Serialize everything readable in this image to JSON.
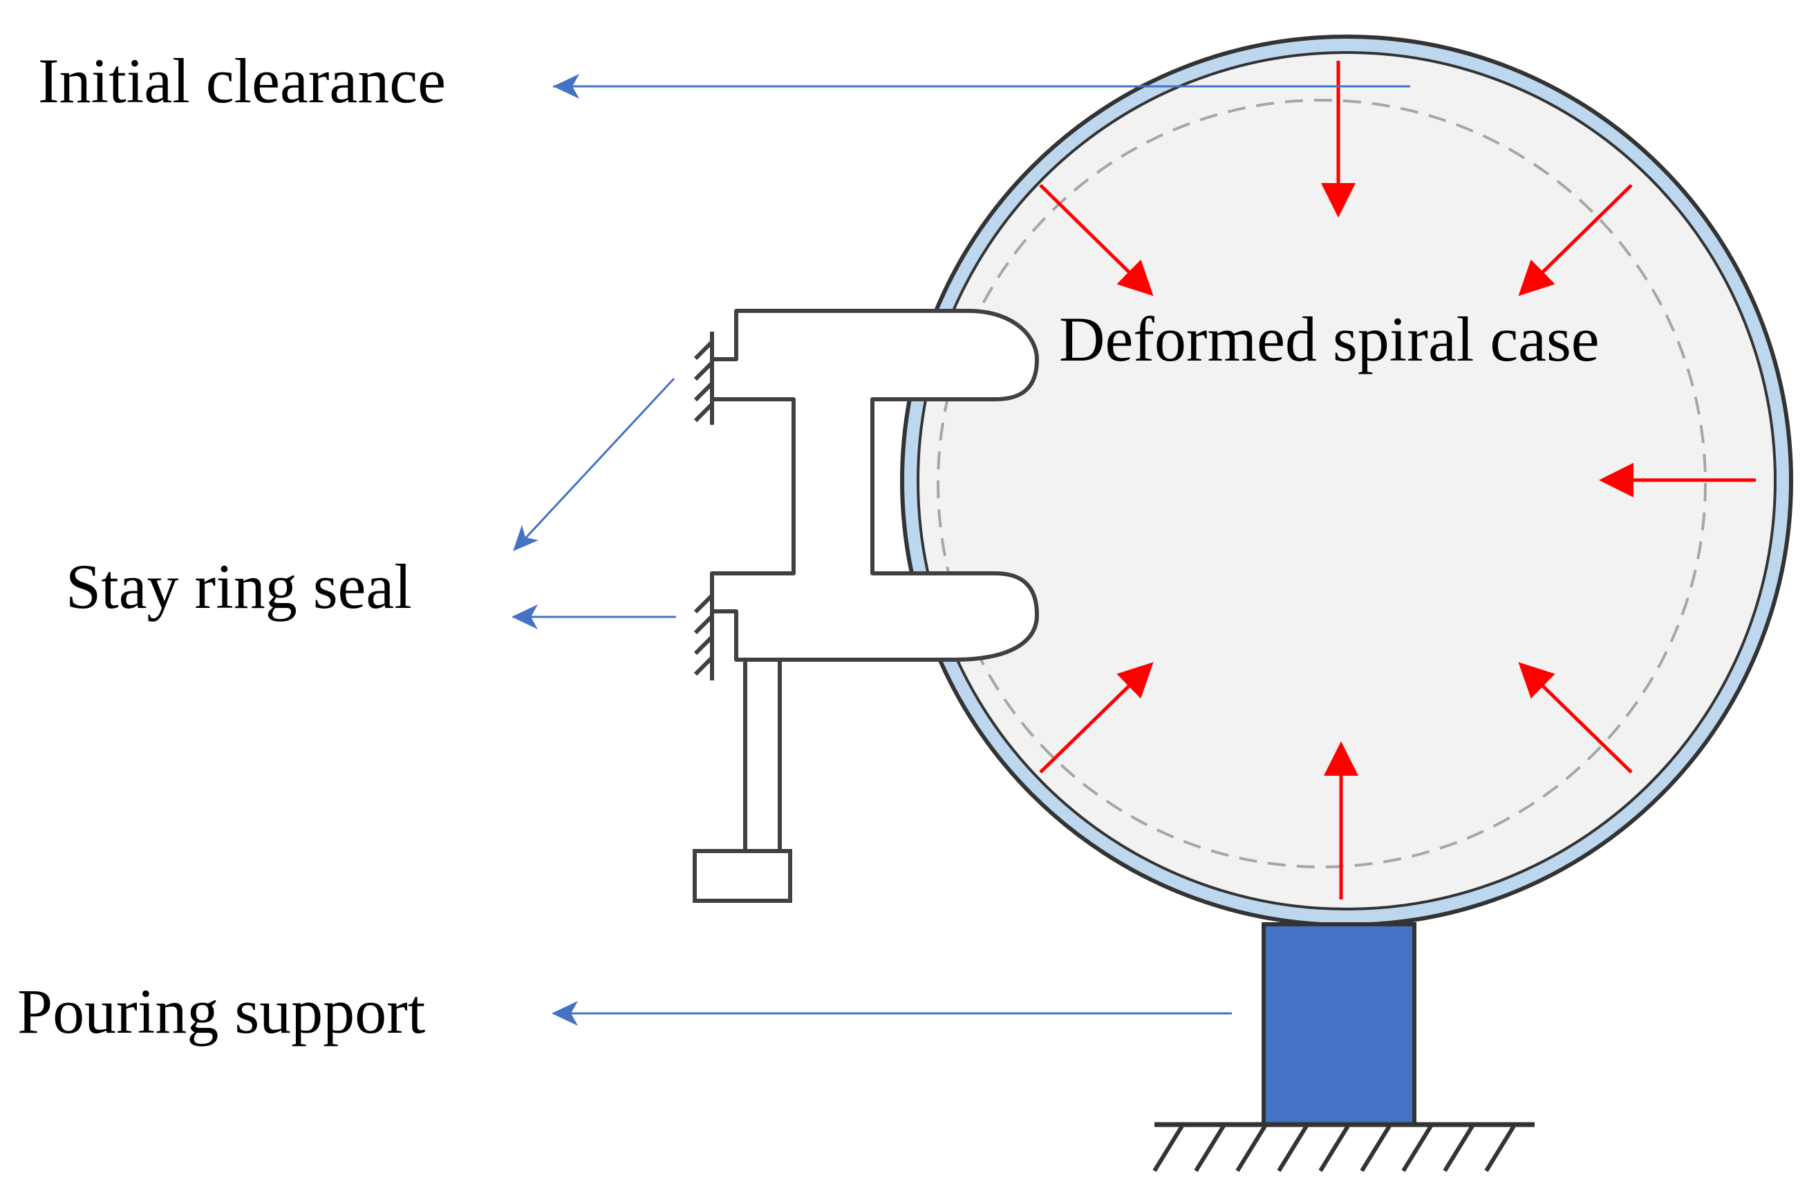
{
  "labels": {
    "initial_clearance": "Initial clearance",
    "deformed_spiral_case": "Deformed spiral case",
    "stay_ring_seal": "Stay ring seal",
    "pouring_support": "Pouring support"
  },
  "colors": {
    "pointer_arrow": "#4472C4",
    "pressure_arrow": "#FF0000",
    "shell_ring": "#BDD7EE",
    "shell_outline": "#333333",
    "interior_fill": "#F2F2F2",
    "support_fill": "#4472C4",
    "dashed_circle": "#A6A6A6",
    "structure_outline": "#404040"
  },
  "icons": {
    "fixed_constraint": "hatched-ground-icon"
  }
}
